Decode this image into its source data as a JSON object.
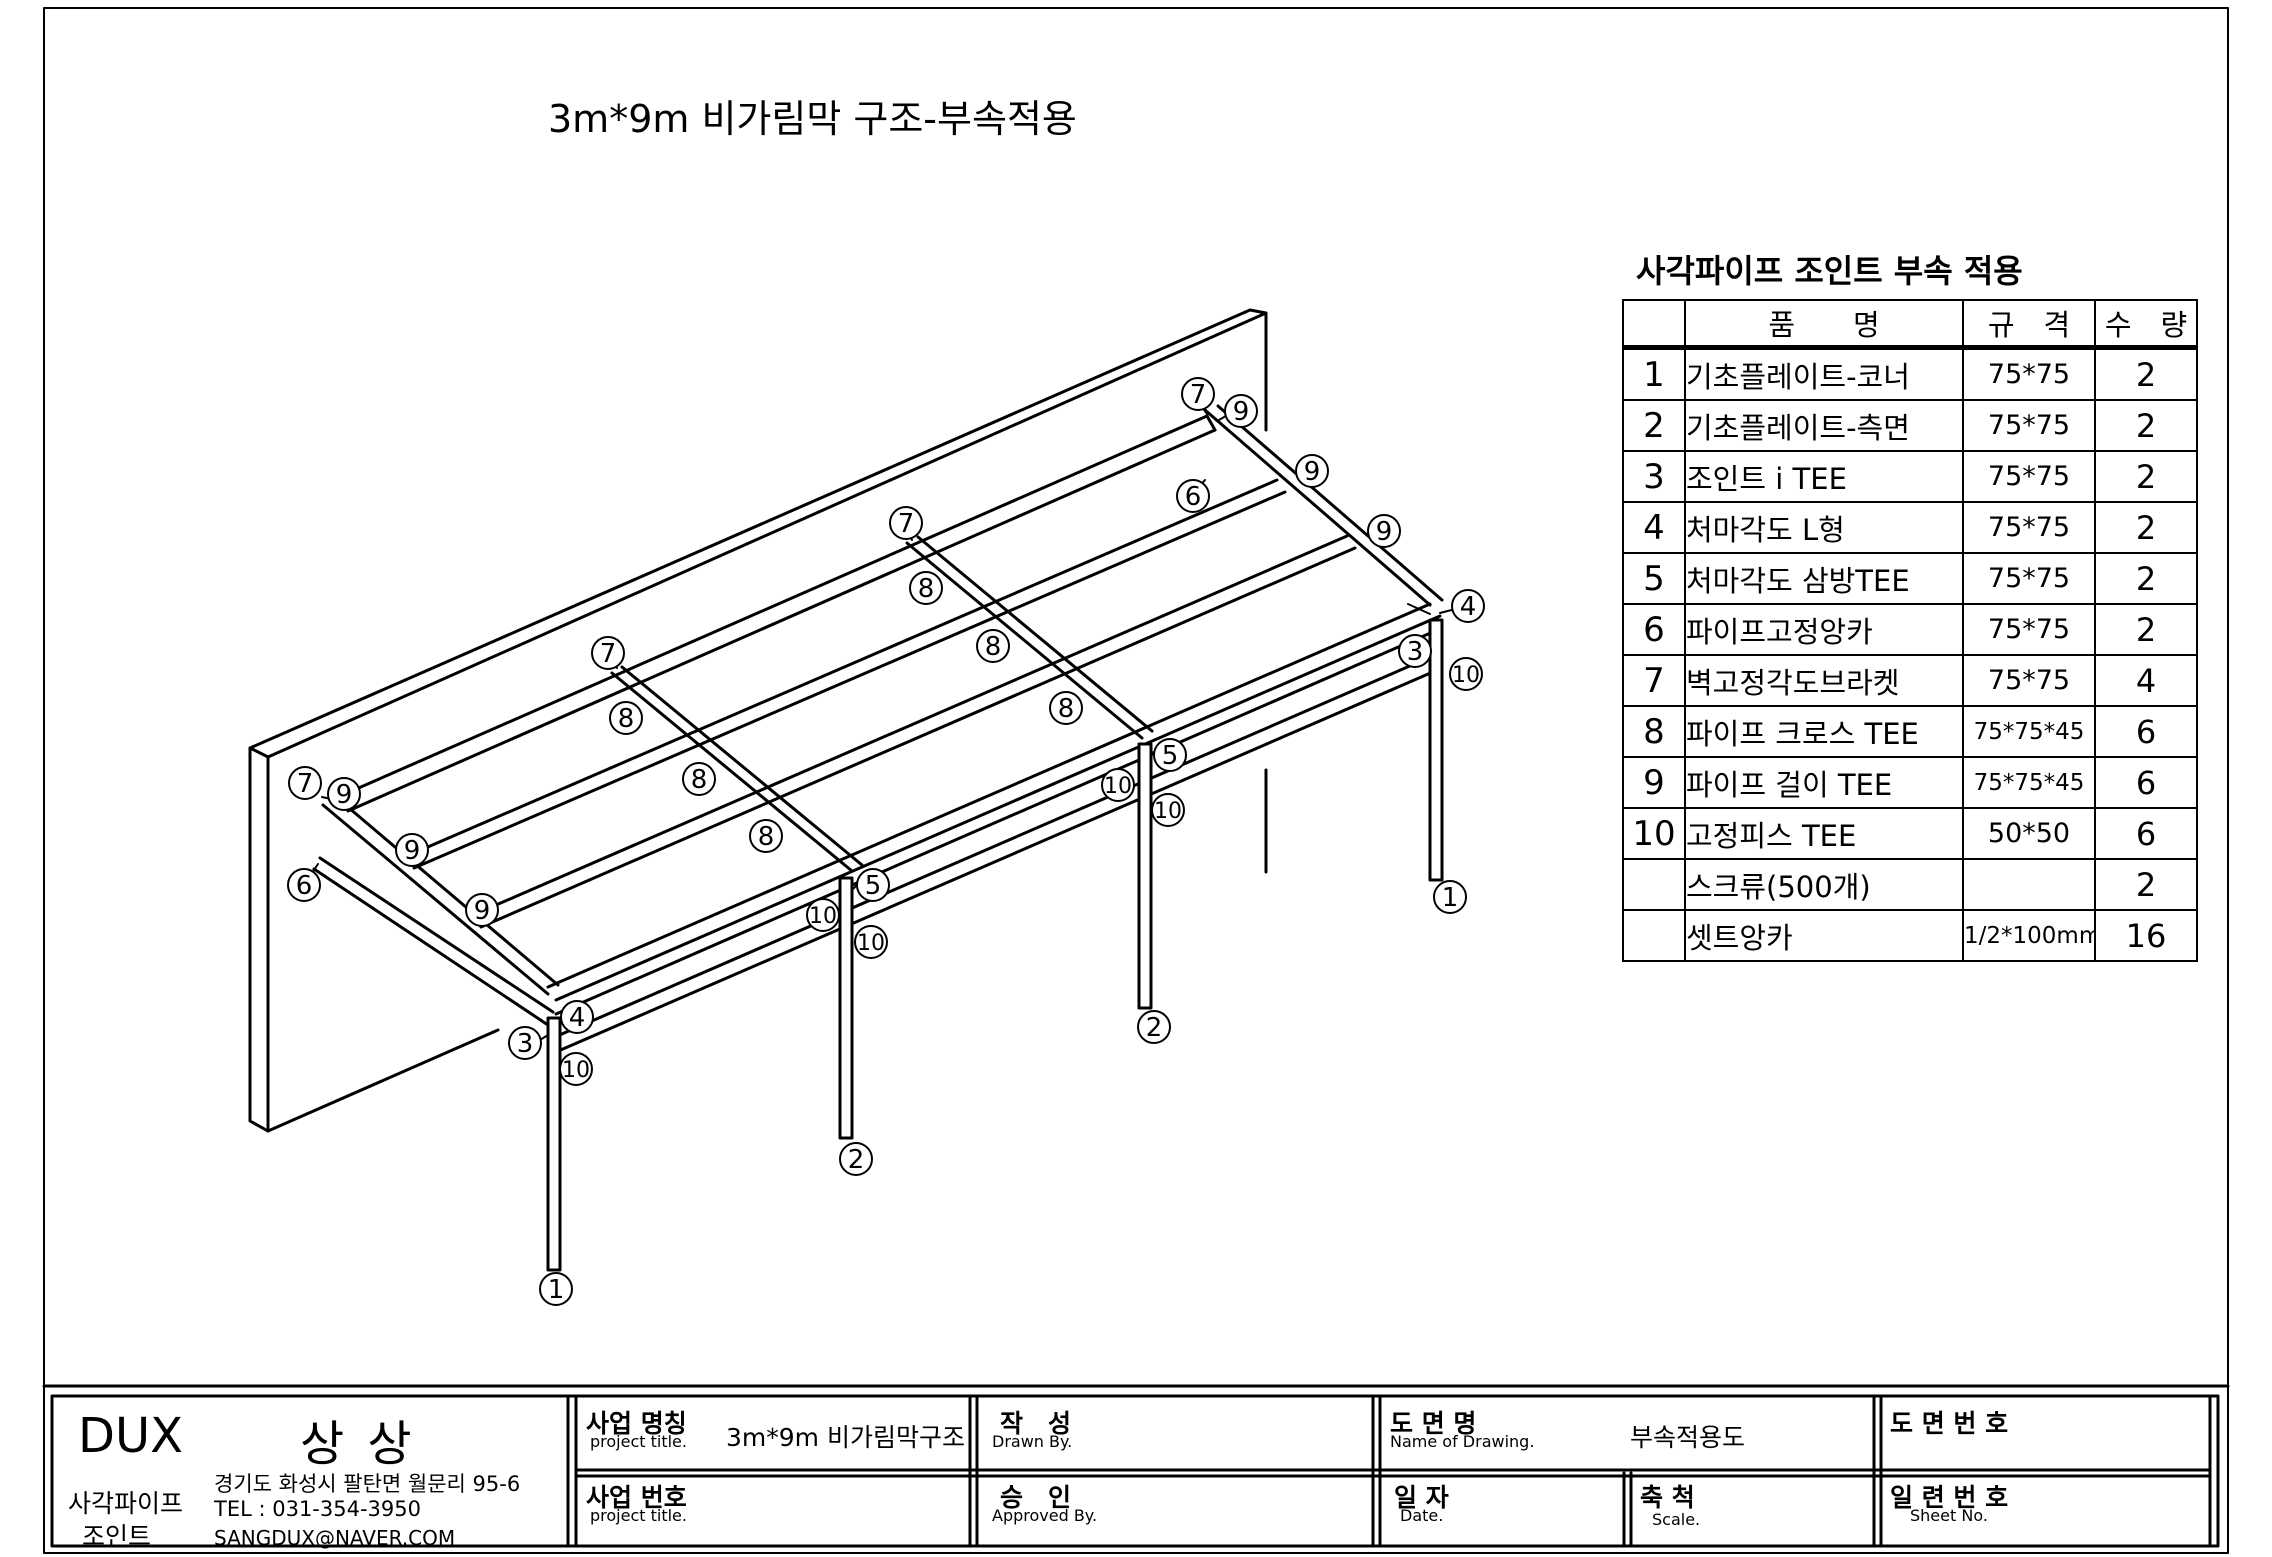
{
  "drawing_title": "3m*9m 비가림막 구조-부속적용",
  "table": {
    "title": "사각파이프 조인트 부속 적용",
    "headers": {
      "name": "품　　명",
      "spec": "규　격",
      "qty": "수　량"
    },
    "rows": [
      {
        "no": "1",
        "name": "기초플레이트-코너",
        "spec": "75*75",
        "qty": "2"
      },
      {
        "no": "2",
        "name": "기초플레이트-측면",
        "spec": "75*75",
        "qty": "2"
      },
      {
        "no": "3",
        "name": "조인트 i TEE",
        "spec": "75*75",
        "qty": "2"
      },
      {
        "no": "4",
        "name": "처마각도 L형",
        "spec": "75*75",
        "qty": "2"
      },
      {
        "no": "5",
        "name": "처마각도 삼방TEE",
        "spec": "75*75",
        "qty": "2"
      },
      {
        "no": "6",
        "name": "파이프고정앙카",
        "spec": "75*75",
        "qty": "2"
      },
      {
        "no": "7",
        "name": "벽고정각도브라켓",
        "spec": "75*75",
        "qty": "4"
      },
      {
        "no": "8",
        "name": "파이프 크로스 TEE",
        "spec": "75*75*45",
        "qty": "6"
      },
      {
        "no": "9",
        "name": "파이프 걸이 TEE",
        "spec": "75*75*45",
        "qty": "6"
      },
      {
        "no": "10",
        "name": "고정피스 TEE",
        "spec": "50*50",
        "qty": "6"
      },
      {
        "no": "",
        "name": "스크류(500개)",
        "spec": "",
        "qty": "2"
      },
      {
        "no": "",
        "name": "셋트앙카",
        "spec": "1/2*100mm",
        "qty": "16"
      }
    ]
  },
  "callouts": {
    "n1": "1",
    "n2": "2",
    "n3": "3",
    "n4": "4",
    "n5": "5",
    "n6": "6",
    "n7": "7",
    "n8": "8",
    "n9": "9",
    "n10": "10"
  },
  "title_block": {
    "company": "DUX",
    "brand": "상 상",
    "product_line1": "사각파이프",
    "product_line2": "조인트",
    "address": "경기도 화성시 팔탄면 월문리 95-6",
    "tel": "TEL : 031-354-3950",
    "email": "SANGDUX@NAVER.COM",
    "project_name_label": "사업 명칭",
    "project_name_sub": "project title.",
    "project_name_value": "3m*9m 비가림막구조",
    "project_no_label": "사업 번호",
    "project_no_sub": "project title.",
    "drawn_label": "작　성",
    "drawn_sub": "Drawn By.",
    "approved_label": "승　인",
    "approved_sub": "Approved By.",
    "drawing_name_label": "도 면 명",
    "drawing_name_sub": "Name of Drawing.",
    "drawing_name_value": "부속적용도",
    "date_label": "일 자",
    "date_sub": "Date.",
    "scale_label": "축 척",
    "scale_sub": "Scale.",
    "drawing_no_label": "도 면 번 호",
    "sheet_no_label": "일 련 번 호",
    "sheet_no_sub": "Sheet No."
  }
}
